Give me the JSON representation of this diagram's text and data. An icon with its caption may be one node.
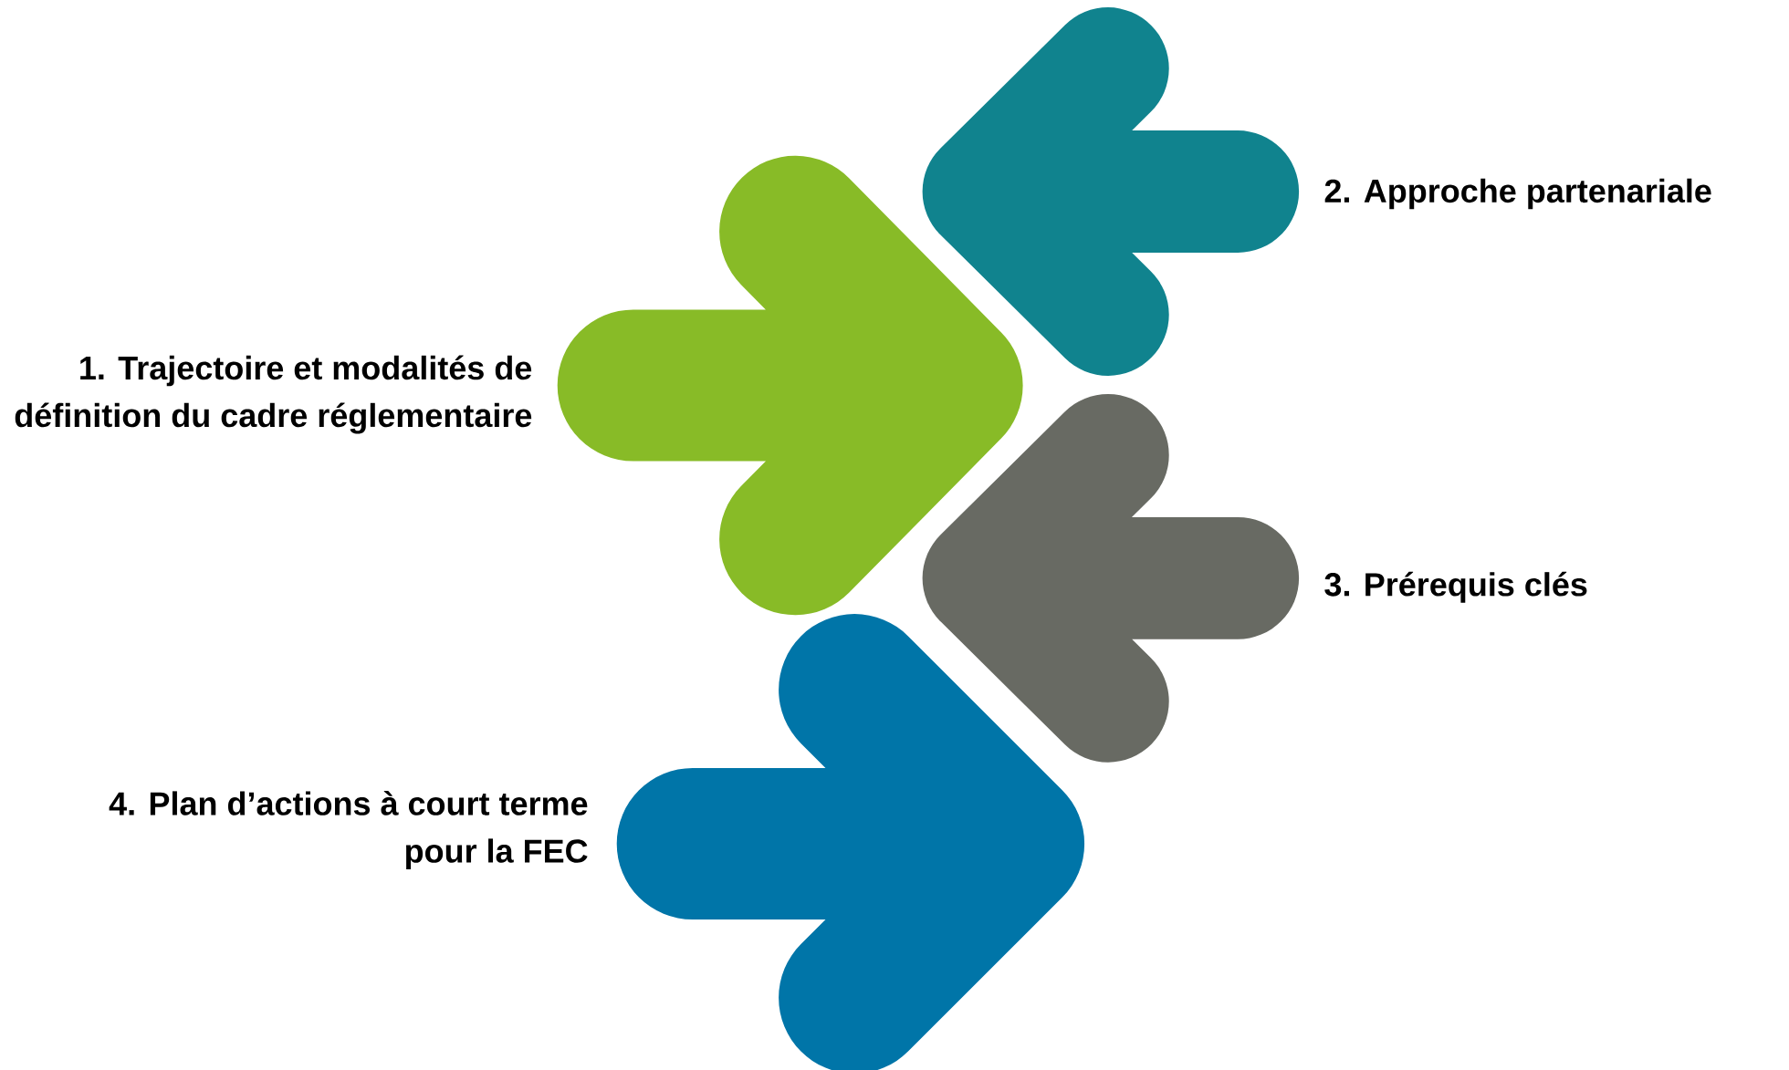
{
  "diagram": {
    "nodes": [
      {
        "text": [],
        "shape": "arrow",
        "beside": [
          "1. Trajectoire et modalités de définition du cadre réglementaire"
        ]
      },
      {
        "text": [],
        "shape": "arrow",
        "beside": [
          "2. Approche partenariale"
        ]
      },
      {
        "text": [],
        "shape": "arrow",
        "beside": [
          "3. Prérequis clés"
        ]
      },
      {
        "text": [],
        "shape": "arrow",
        "beside": [
          "4. Plan d’actions à court terme pour la FEC"
        ]
      }
    ]
  }
}
